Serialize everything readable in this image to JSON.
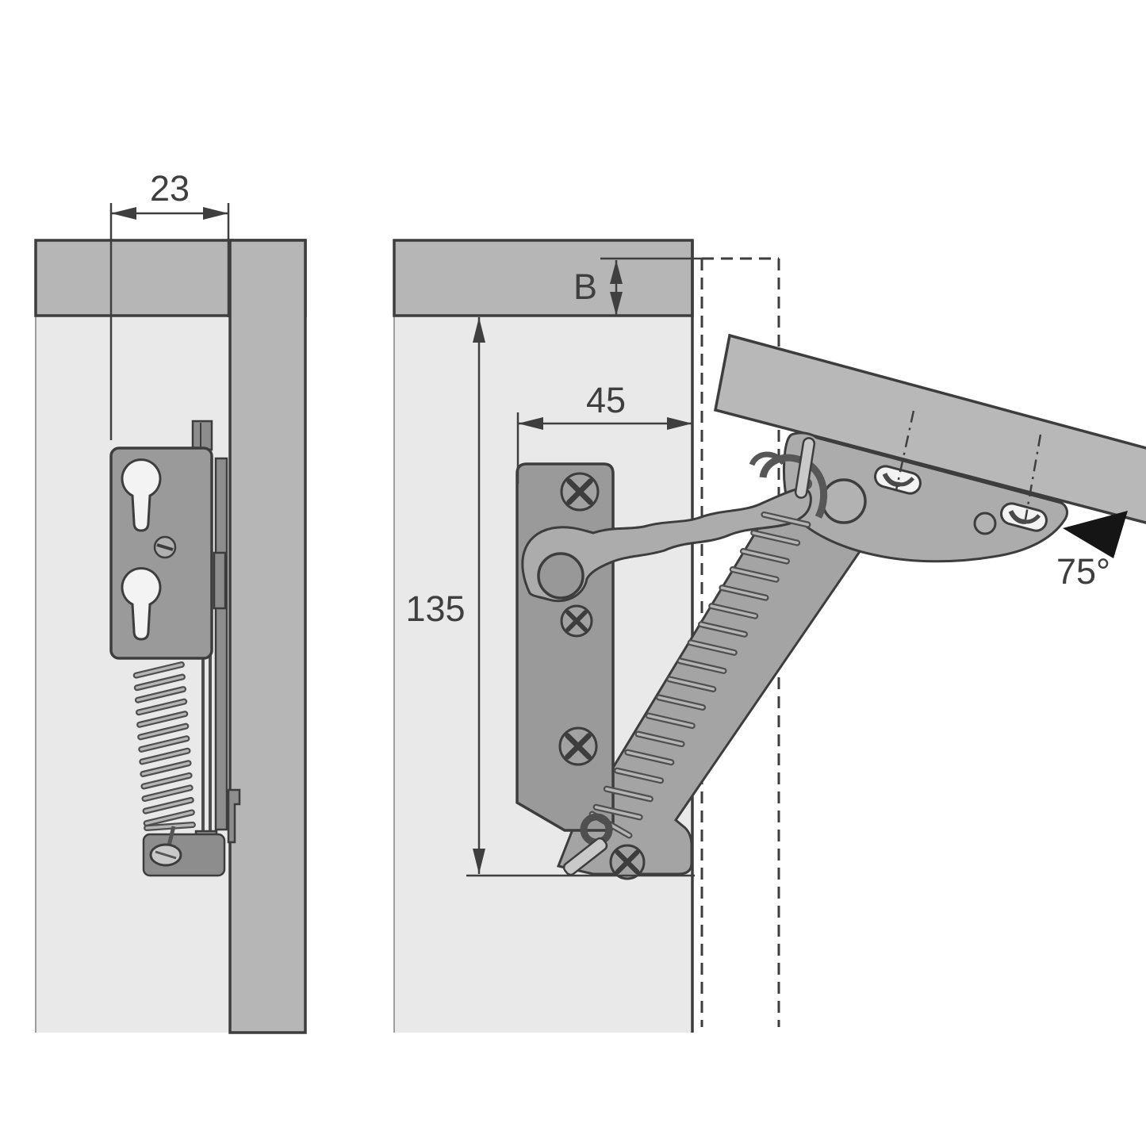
{
  "diagram": {
    "labels": {
      "d23": "23",
      "dB": "B",
      "d45": "45",
      "d135": "135",
      "angle": "75°"
    },
    "colors": {
      "section": "#b6b6b6",
      "face": "#e9e9e9",
      "plate": "#9a9a9a",
      "arm": "#acacac",
      "stay": "#a4a4a4",
      "flap": "#b8b8b8",
      "outline": "#3d3d3d",
      "dim": "#3f3f3f",
      "holewhite": "#f3f3f3",
      "metallight": "#c9c9c9",
      "metaldark": "#8d8d8d",
      "coil": "#4f4f4f",
      "coillight": "#b5b5b5",
      "pointer": "#151515",
      "edgesoft": "#9e9e9e"
    }
  }
}
